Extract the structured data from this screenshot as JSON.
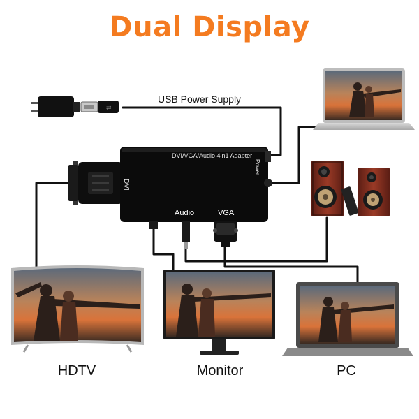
{
  "title": "Dual Display",
  "usb_power_supply_label": "USB Power Supply",
  "adapter": {
    "name_label": "DVI/VGA/Audio 4in1 Adapter",
    "dvi_port_label": "DVI",
    "power_port_label": "Power",
    "audio_port_label": "Audio",
    "vga_port_label": "VGA"
  },
  "devices": {
    "hdtv_label": "HDTV",
    "monitor_label": "Monitor",
    "pc_label": "PC"
  },
  "colors": {
    "title": "#f47b20",
    "cable": "#111111",
    "adapter_body": "#0b0b0b",
    "screen_sunset": "#d9733a"
  }
}
